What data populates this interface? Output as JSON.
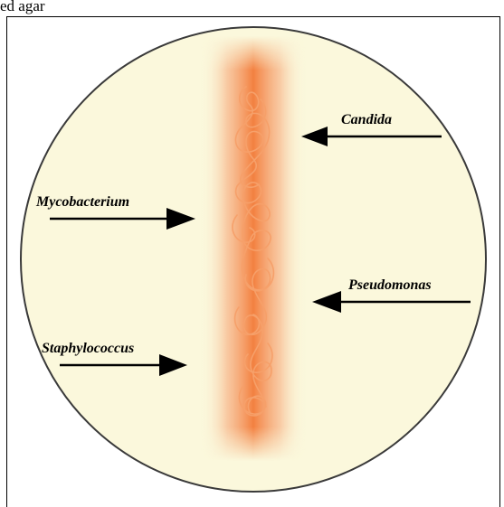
{
  "caption": "ed agar",
  "labels": {
    "candida": "Candida",
    "mycobacterium": "Mycobacterium",
    "pseudomonas": "Pseudomonas",
    "staphylococcus": "Staphylococcus"
  },
  "colors": {
    "plate_fill": "#fbf8dc",
    "plate_border": "#3a3a3a",
    "streak": "#f28a4e",
    "colony_line": "#f6a06a",
    "arrow": "#000000"
  }
}
